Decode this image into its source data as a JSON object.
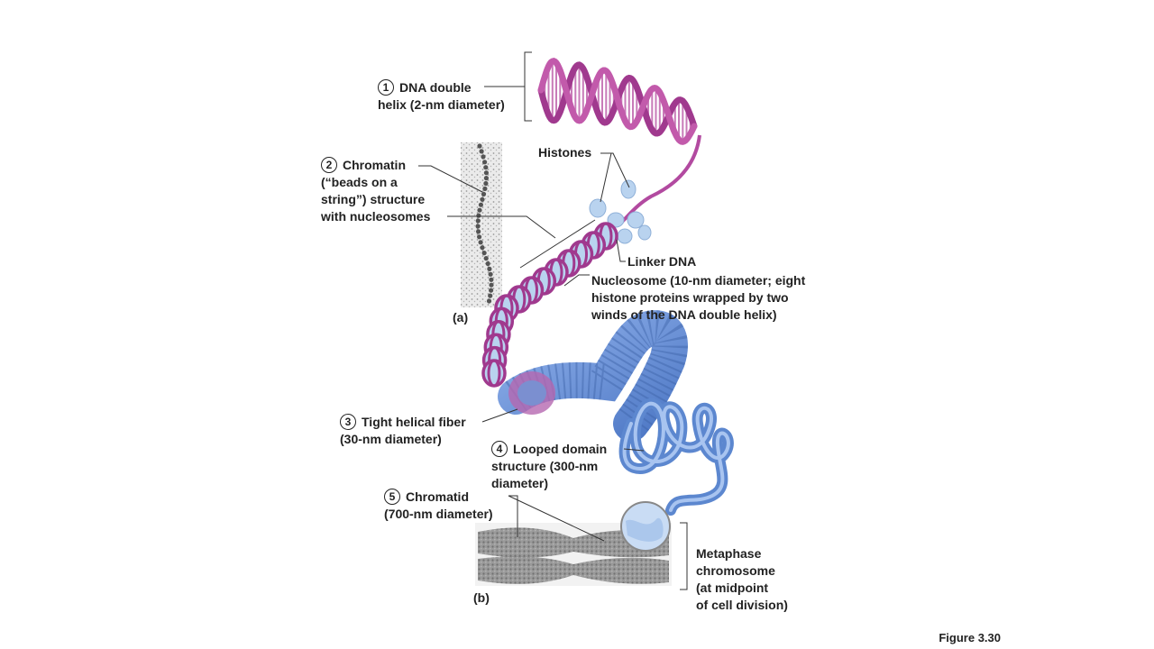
{
  "figure_label": "Figure 3.30",
  "steps": [
    {
      "number": "1",
      "line1": "DNA double",
      "line2": "helix (2-nm diameter)"
    },
    {
      "number": "2",
      "line1": "Chromatin",
      "line2": "(“beads on a",
      "line3": "string”) structure",
      "line4": "with nucleosomes"
    },
    {
      "number": "3",
      "line1": "Tight helical fiber",
      "line2": "(30-nm diameter)"
    },
    {
      "number": "4",
      "line1": "Looped domain",
      "line2": "structure (300-nm",
      "line3": "diameter)"
    },
    {
      "number": "5",
      "line1": "Chromatid",
      "line2": "(700-nm diameter)"
    }
  ],
  "labels": {
    "histones": "Histones",
    "linker_dna": "Linker DNA",
    "nucleosome_line1": "Nucleosome (10-nm diameter; eight",
    "nucleosome_line2": "histone proteins wrapped by two",
    "nucleosome_line3": "winds of the DNA double helix)",
    "metaphase_line1": "Metaphase",
    "metaphase_line2": "chromosome",
    "metaphase_line3": "(at midpoint",
    "metaphase_line4": "of cell division)",
    "panel_a": "(a)",
    "panel_b": "(b)"
  },
  "colors": {
    "dna_strand": "#a0398e",
    "dna_rung": "#c87bb8",
    "histone": "#b9d3ef",
    "fiber": "#6f95d8",
    "loop": "#5c87cf",
    "chromosome": "#7a7a7a"
  }
}
